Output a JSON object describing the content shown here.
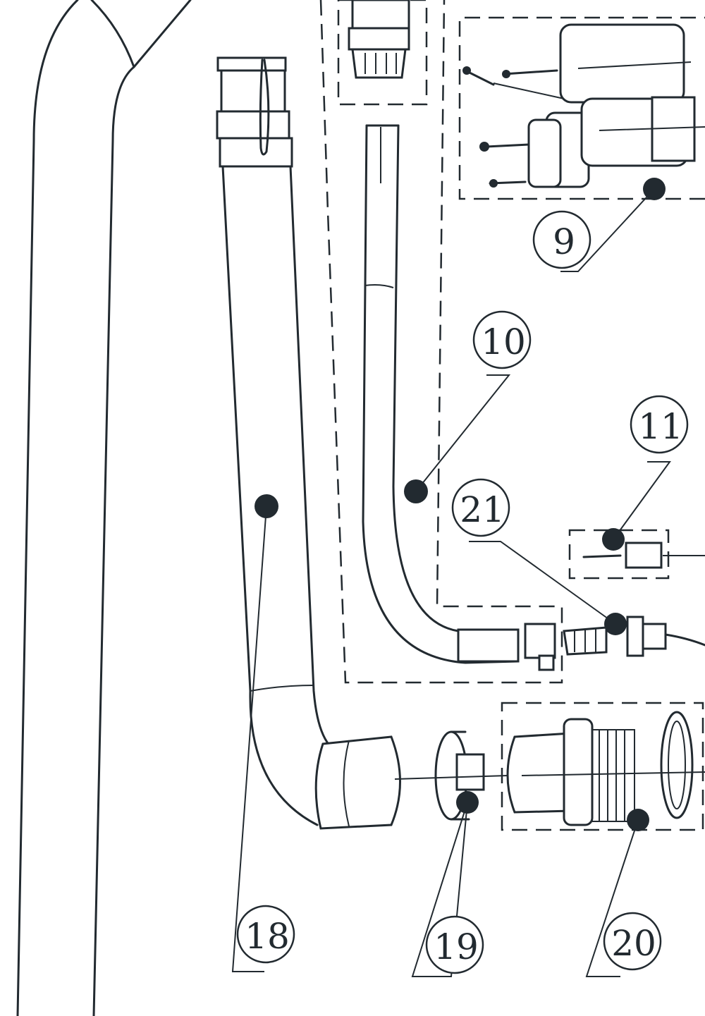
{
  "diagram": {
    "type": "exploded-parts-view",
    "callouts": [
      {
        "id": "callout-9",
        "label": "9"
      },
      {
        "id": "callout-10",
        "label": "10"
      },
      {
        "id": "callout-11",
        "label": "11"
      },
      {
        "id": "callout-21",
        "label": "21"
      },
      {
        "id": "callout-18",
        "label": "18"
      },
      {
        "id": "callout-19",
        "label": "19"
      },
      {
        "id": "callout-20",
        "label": "20"
      }
    ]
  }
}
